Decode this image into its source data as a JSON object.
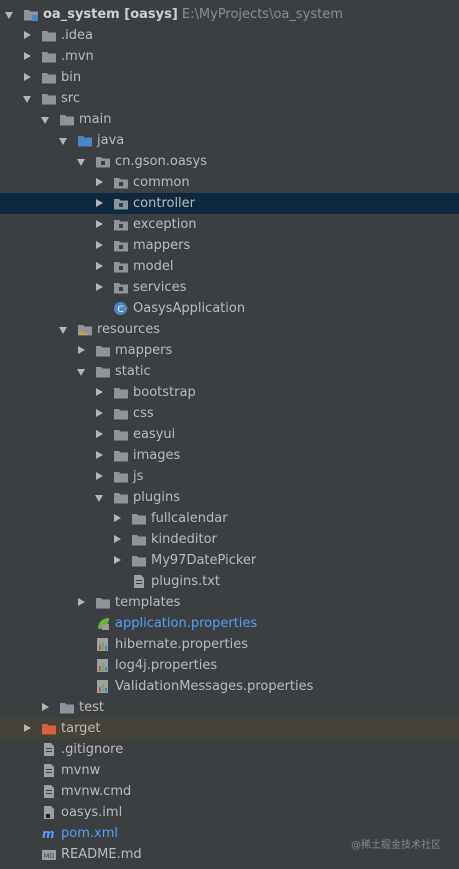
{
  "root": {
    "name": "oa_system",
    "module": "[oasys]",
    "path": "E:\\MyProjects\\oa_system"
  },
  "tree": [
    {
      "label": "oa_system",
      "depth": 0,
      "arrow": "expanded",
      "icon": "module-folder",
      "root": true
    },
    {
      "label": ".idea",
      "depth": 1,
      "arrow": "collapsed",
      "icon": "folder"
    },
    {
      "label": ".mvn",
      "depth": 1,
      "arrow": "collapsed",
      "icon": "folder"
    },
    {
      "label": "bin",
      "depth": 1,
      "arrow": "collapsed",
      "icon": "folder"
    },
    {
      "label": "src",
      "depth": 1,
      "arrow": "expanded",
      "icon": "folder"
    },
    {
      "label": "main",
      "depth": 2,
      "arrow": "expanded",
      "icon": "folder"
    },
    {
      "label": "java",
      "depth": 3,
      "arrow": "expanded",
      "icon": "source-folder"
    },
    {
      "label": "cn.gson.oasys",
      "depth": 4,
      "arrow": "expanded",
      "icon": "package"
    },
    {
      "label": "common",
      "depth": 5,
      "arrow": "collapsed",
      "icon": "package"
    },
    {
      "label": "controller",
      "depth": 5,
      "arrow": "collapsed",
      "icon": "package",
      "selected": true
    },
    {
      "label": "exception",
      "depth": 5,
      "arrow": "collapsed",
      "icon": "package"
    },
    {
      "label": "mappers",
      "depth": 5,
      "arrow": "collapsed",
      "icon": "package"
    },
    {
      "label": "model",
      "depth": 5,
      "arrow": "collapsed",
      "icon": "package"
    },
    {
      "label": "services",
      "depth": 5,
      "arrow": "collapsed",
      "icon": "package"
    },
    {
      "label": "OasysApplication",
      "depth": 5,
      "arrow": "none",
      "icon": "spring-class"
    },
    {
      "label": "resources",
      "depth": 3,
      "arrow": "expanded",
      "icon": "resources-folder"
    },
    {
      "label": "mappers",
      "depth": 4,
      "arrow": "collapsed",
      "icon": "folder"
    },
    {
      "label": "static",
      "depth": 4,
      "arrow": "expanded",
      "icon": "folder"
    },
    {
      "label": "bootstrap",
      "depth": 5,
      "arrow": "collapsed",
      "icon": "folder"
    },
    {
      "label": "css",
      "depth": 5,
      "arrow": "collapsed",
      "icon": "folder"
    },
    {
      "label": "easyui",
      "depth": 5,
      "arrow": "collapsed",
      "icon": "folder"
    },
    {
      "label": "images",
      "depth": 5,
      "arrow": "collapsed",
      "icon": "folder"
    },
    {
      "label": "js",
      "depth": 5,
      "arrow": "collapsed",
      "icon": "folder"
    },
    {
      "label": "plugins",
      "depth": 5,
      "arrow": "expanded",
      "icon": "folder"
    },
    {
      "label": "fullcalendar",
      "depth": 6,
      "arrow": "collapsed",
      "icon": "folder"
    },
    {
      "label": "kindeditor",
      "depth": 6,
      "arrow": "collapsed",
      "icon": "folder"
    },
    {
      "label": "My97DatePicker",
      "depth": 6,
      "arrow": "collapsed",
      "icon": "folder"
    },
    {
      "label": "plugins.txt",
      "depth": 6,
      "arrow": "none",
      "icon": "text-file"
    },
    {
      "label": "templates",
      "depth": 4,
      "arrow": "collapsed",
      "icon": "folder"
    },
    {
      "label": "application.properties",
      "depth": 4,
      "arrow": "none",
      "icon": "spring-properties",
      "color": "#589df6"
    },
    {
      "label": "hibernate.properties",
      "depth": 4,
      "arrow": "none",
      "icon": "properties-file"
    },
    {
      "label": "log4j.properties",
      "depth": 4,
      "arrow": "none",
      "icon": "properties-file"
    },
    {
      "label": "ValidationMessages.properties",
      "depth": 4,
      "arrow": "none",
      "icon": "properties-file"
    },
    {
      "label": "test",
      "depth": 2,
      "arrow": "collapsed",
      "icon": "folder"
    },
    {
      "label": "target",
      "depth": 1,
      "arrow": "collapsed",
      "icon": "excluded-folder",
      "excluded": true
    },
    {
      "label": ".gitignore",
      "depth": 1,
      "arrow": "none",
      "icon": "text-file"
    },
    {
      "label": "mvnw",
      "depth": 1,
      "arrow": "none",
      "icon": "text-file"
    },
    {
      "label": "mvnw.cmd",
      "depth": 1,
      "arrow": "none",
      "icon": "text-file"
    },
    {
      "label": "oasys.iml",
      "depth": 1,
      "arrow": "none",
      "icon": "iml-file"
    },
    {
      "label": "pom.xml",
      "depth": 1,
      "arrow": "none",
      "icon": "maven-file",
      "color": "#589df6"
    },
    {
      "label": "README.md",
      "depth": 1,
      "arrow": "none",
      "icon": "markdown-file"
    }
  ],
  "watermark": "@稀土掘金技术社区",
  "colors": {
    "background": "#3c3f41",
    "selection": "#0d293e",
    "excluded": "#45423a",
    "folder": "#8e9499",
    "source_folder": "#4a86c7",
    "excluded_folder": "#d7603d"
  }
}
